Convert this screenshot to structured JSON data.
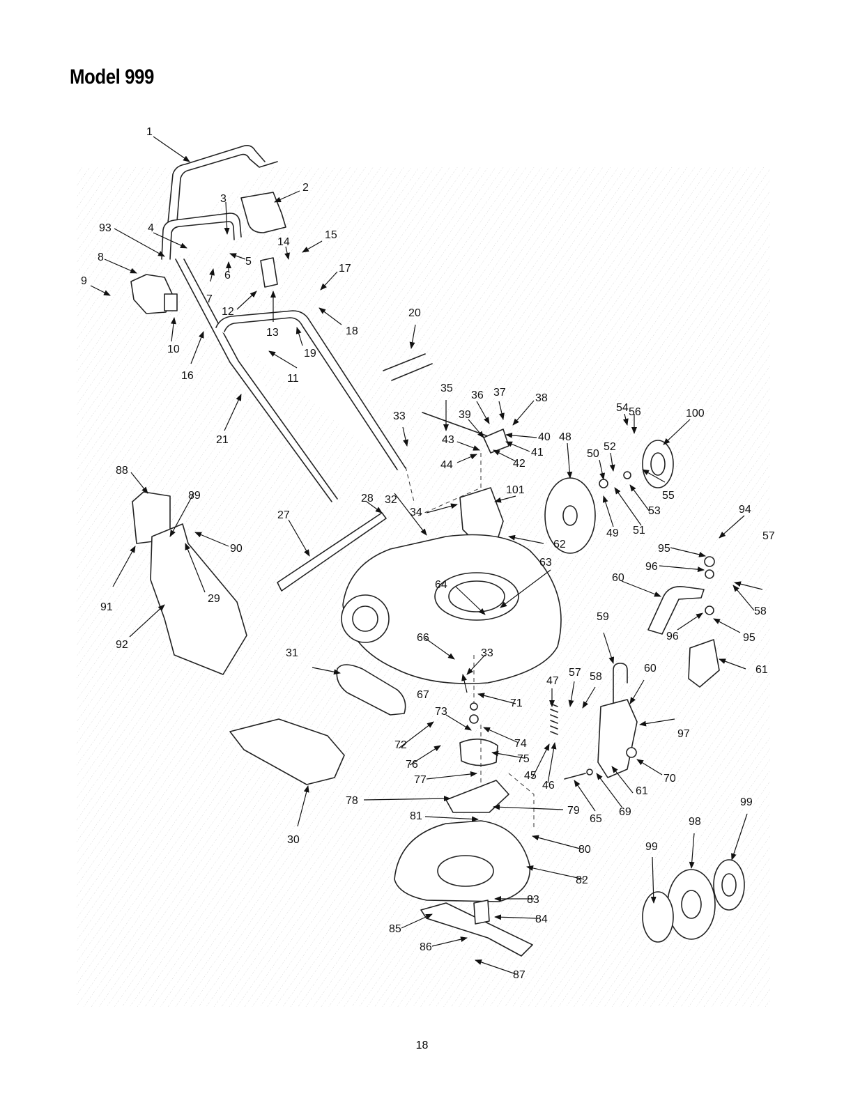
{
  "title": "Model 999",
  "page_number": "18",
  "part_labels": [
    {
      "id": "1",
      "text": "1"
    },
    {
      "id": "2",
      "text": "2"
    },
    {
      "id": "3",
      "text": "3"
    },
    {
      "id": "4",
      "text": "4"
    },
    {
      "id": "5",
      "text": "5"
    },
    {
      "id": "6",
      "text": "6"
    },
    {
      "id": "7",
      "text": "7"
    },
    {
      "id": "8",
      "text": "8"
    },
    {
      "id": "9",
      "text": "9"
    },
    {
      "id": "10",
      "text": "10"
    },
    {
      "id": "11",
      "text": "11"
    },
    {
      "id": "12",
      "text": "12"
    },
    {
      "id": "13",
      "text": "13"
    },
    {
      "id": "14",
      "text": "14"
    },
    {
      "id": "15",
      "text": "15"
    },
    {
      "id": "16",
      "text": "16"
    },
    {
      "id": "17",
      "text": "17"
    },
    {
      "id": "18",
      "text": "18"
    },
    {
      "id": "19",
      "text": "19"
    },
    {
      "id": "20",
      "text": "20"
    },
    {
      "id": "21",
      "text": "21"
    },
    {
      "id": "27",
      "text": "27"
    },
    {
      "id": "28",
      "text": "28"
    },
    {
      "id": "29",
      "text": "29"
    },
    {
      "id": "30",
      "text": "30"
    },
    {
      "id": "31",
      "text": "31"
    },
    {
      "id": "32",
      "text": "32"
    },
    {
      "id": "33a",
      "text": "33"
    },
    {
      "id": "33b",
      "text": "33"
    },
    {
      "id": "34",
      "text": "34"
    },
    {
      "id": "35",
      "text": "35"
    },
    {
      "id": "36",
      "text": "36"
    },
    {
      "id": "37",
      "text": "37"
    },
    {
      "id": "38",
      "text": "38"
    },
    {
      "id": "39",
      "text": "39"
    },
    {
      "id": "40",
      "text": "40"
    },
    {
      "id": "41",
      "text": "41"
    },
    {
      "id": "42",
      "text": "42"
    },
    {
      "id": "43",
      "text": "43"
    },
    {
      "id": "44",
      "text": "44"
    },
    {
      "id": "45",
      "text": "45"
    },
    {
      "id": "46",
      "text": "46"
    },
    {
      "id": "47",
      "text": "47"
    },
    {
      "id": "48",
      "text": "48"
    },
    {
      "id": "49",
      "text": "49"
    },
    {
      "id": "50",
      "text": "50"
    },
    {
      "id": "51",
      "text": "51"
    },
    {
      "id": "52",
      "text": "52"
    },
    {
      "id": "53",
      "text": "53"
    },
    {
      "id": "54",
      "text": "54"
    },
    {
      "id": "55",
      "text": "55"
    },
    {
      "id": "56",
      "text": "56"
    },
    {
      "id": "57a",
      "text": "57"
    },
    {
      "id": "57b",
      "text": "57"
    },
    {
      "id": "58a",
      "text": "58"
    },
    {
      "id": "58b",
      "text": "58"
    },
    {
      "id": "59",
      "text": "59"
    },
    {
      "id": "60a",
      "text": "60"
    },
    {
      "id": "60b",
      "text": "60"
    },
    {
      "id": "61a",
      "text": "61"
    },
    {
      "id": "61b",
      "text": "61"
    },
    {
      "id": "62",
      "text": "62"
    },
    {
      "id": "63",
      "text": "63"
    },
    {
      "id": "64",
      "text": "64"
    },
    {
      "id": "65",
      "text": "65"
    },
    {
      "id": "66",
      "text": "66"
    },
    {
      "id": "67",
      "text": "67"
    },
    {
      "id": "69",
      "text": "69"
    },
    {
      "id": "70",
      "text": "70"
    },
    {
      "id": "71",
      "text": "71"
    },
    {
      "id": "72",
      "text": "72"
    },
    {
      "id": "73",
      "text": "73"
    },
    {
      "id": "74",
      "text": "74"
    },
    {
      "id": "75",
      "text": "75"
    },
    {
      "id": "76",
      "text": "76"
    },
    {
      "id": "77",
      "text": "77"
    },
    {
      "id": "78",
      "text": "78"
    },
    {
      "id": "79",
      "text": "79"
    },
    {
      "id": "80",
      "text": "80"
    },
    {
      "id": "81",
      "text": "81"
    },
    {
      "id": "82",
      "text": "82"
    },
    {
      "id": "83",
      "text": "83"
    },
    {
      "id": "84",
      "text": "84"
    },
    {
      "id": "85",
      "text": "85"
    },
    {
      "id": "86",
      "text": "86"
    },
    {
      "id": "87",
      "text": "87"
    },
    {
      "id": "88",
      "text": "88"
    },
    {
      "id": "89",
      "text": "89"
    },
    {
      "id": "90",
      "text": "90"
    },
    {
      "id": "91",
      "text": "91"
    },
    {
      "id": "92",
      "text": "92"
    },
    {
      "id": "93",
      "text": "93"
    },
    {
      "id": "94",
      "text": "94"
    },
    {
      "id": "95a",
      "text": "95"
    },
    {
      "id": "95b",
      "text": "95"
    },
    {
      "id": "96a",
      "text": "96"
    },
    {
      "id": "96b",
      "text": "96"
    },
    {
      "id": "97",
      "text": "97"
    },
    {
      "id": "98",
      "text": "98"
    },
    {
      "id": "99a",
      "text": "99"
    },
    {
      "id": "99b",
      "text": "99"
    },
    {
      "id": "100",
      "text": "100"
    },
    {
      "id": "101",
      "text": "101"
    }
  ]
}
